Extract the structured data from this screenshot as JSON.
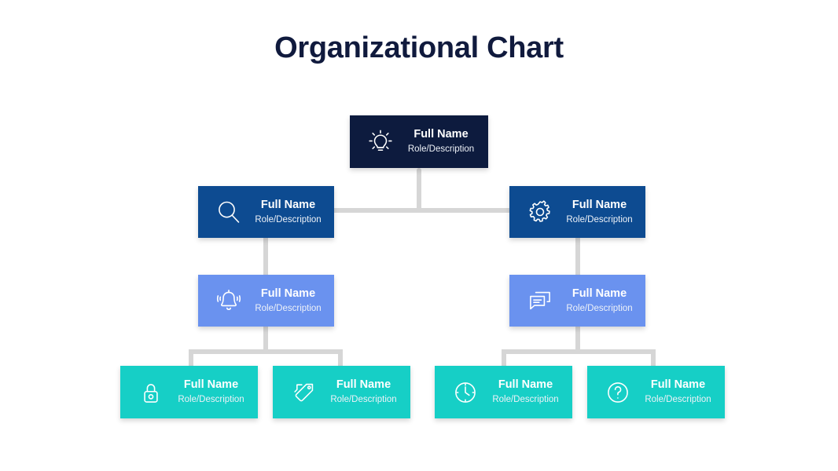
{
  "page": {
    "title": "Organizational Chart",
    "background": "#ffffff"
  },
  "colors": {
    "title_text": "#101a3d",
    "level1": "#0d1b3e",
    "level2": "#0d4b91",
    "level3": "#6a92ef",
    "level4": "#16cfc6",
    "connector": "#d6d6d6",
    "node_name_text": "#ffffff",
    "node_role_text": "#eef2f8"
  },
  "chart_data": {
    "type": "diagram",
    "title": "Organizational Chart",
    "layout": "top-down hierarchy, 4 levels",
    "levels": 4,
    "node_count": 9,
    "nodes": [
      {
        "id": "n1",
        "level": 1,
        "parent": null,
        "name": "Full Name",
        "role": "Role/Description",
        "icon": "lightbulb-icon",
        "color": "#0d1b3e"
      },
      {
        "id": "n2",
        "level": 2,
        "parent": "n1",
        "name": "Full Name",
        "role": "Role/Description",
        "icon": "search-icon",
        "color": "#0d4b91"
      },
      {
        "id": "n3",
        "level": 2,
        "parent": "n1",
        "name": "Full Name",
        "role": "Role/Description",
        "icon": "gear-icon",
        "color": "#0d4b91"
      },
      {
        "id": "n4",
        "level": 3,
        "parent": "n2",
        "name": "Full Name",
        "role": "Role/Description",
        "icon": "bell-icon",
        "color": "#6a92ef"
      },
      {
        "id": "n5",
        "level": 3,
        "parent": "n3",
        "name": "Full Name",
        "role": "Role/Description",
        "icon": "chat-icon",
        "color": "#6a92ef"
      },
      {
        "id": "n6",
        "level": 4,
        "parent": "n4",
        "name": "Full Name",
        "role": "Role/Description",
        "icon": "lock-icon",
        "color": "#16cfc6"
      },
      {
        "id": "n7",
        "level": 4,
        "parent": "n4",
        "name": "Full Name",
        "role": "Role/Description",
        "icon": "tags-icon",
        "color": "#16cfc6"
      },
      {
        "id": "n8",
        "level": 4,
        "parent": "n5",
        "name": "Full Name",
        "role": "Role/Description",
        "icon": "clock-icon",
        "color": "#16cfc6"
      },
      {
        "id": "n9",
        "level": 4,
        "parent": "n5",
        "name": "Full Name",
        "role": "Role/Description",
        "icon": "question-mark-icon",
        "color": "#16cfc6"
      }
    ],
    "edges": [
      {
        "from": "n1",
        "to": "n2"
      },
      {
        "from": "n1",
        "to": "n3"
      },
      {
        "from": "n2",
        "to": "n4"
      },
      {
        "from": "n3",
        "to": "n5"
      },
      {
        "from": "n4",
        "to": "n6"
      },
      {
        "from": "n4",
        "to": "n7"
      },
      {
        "from": "n5",
        "to": "n8"
      },
      {
        "from": "n5",
        "to": "n9"
      }
    ]
  }
}
